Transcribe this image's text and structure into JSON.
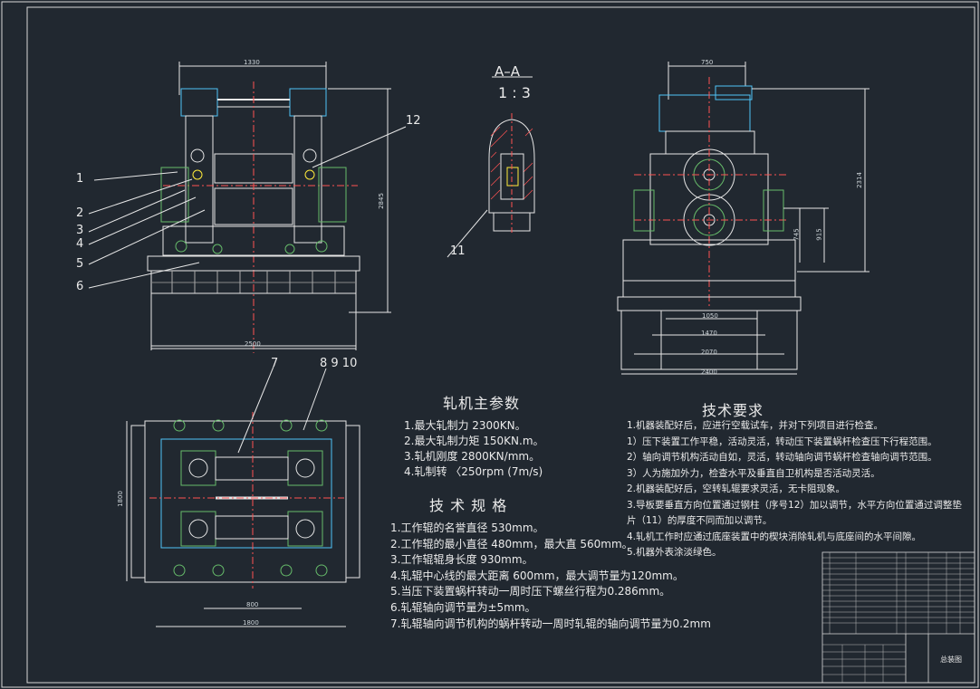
{
  "section_view": {
    "title": "A–A",
    "scale": "1 : 3",
    "callout": "11"
  },
  "front_view": {
    "leaders": [
      "1",
      "2",
      "3",
      "4",
      "5",
      "6",
      "12"
    ],
    "dims": {
      "top": "1330",
      "bottom": "2500",
      "height": "2845"
    }
  },
  "side_view": {
    "dims": {
      "top": "750",
      "height": "2314",
      "d1": "745",
      "d2": "915",
      "w1": "1050",
      "w2": "1470",
      "w3": "2070",
      "w4": "2400"
    }
  },
  "plan_view": {
    "leaders": [
      "7",
      "8 9 10"
    ],
    "dims": {
      "left": "1800",
      "inner": "800",
      "bottom": "1800"
    }
  },
  "main_params": {
    "title": "轧机主参数",
    "items": [
      "1.最大轧制力  2300KN。",
      "2.最大轧制力矩  150KN.m。",
      "3.轧机刚度  2800KN/mm。",
      "4.轧制转  〈250rpm (7m/s)"
    ]
  },
  "tech_spec": {
    "title": "技 术 规 格",
    "items": [
      "1.工作辊的名誉直径  530mm。",
      "2.工作辊的最小直径  480mm，最大直  560mm。",
      "3.工作辊辊身长度  930mm。",
      "4.轧辊中心线的最大距离  600mm，最大调节量为120mm。",
      "5.当压下装置蜗杆转动一周时压下螺丝行程为0.286mm。",
      "6.轧辊轴向调节量为±5mm。",
      "7.轧辊轴向调节机构的蜗杆转动一周时轧辊的轴向调节量为0.2mm"
    ]
  },
  "tech_req": {
    "title": "技术要求",
    "items": [
      "1.机器装配好后，应进行空载试车，并对下列项目进行检查。",
      "  1）压下装置工作平稳，活动灵活，转动压下装置蜗杆检查压下行程范围。",
      "  2）轴向调节机构活动自如，灵活，转动轴向调节蜗杆检查轴向调节范围。",
      "  3）人为施加外力，检查水平及垂直自卫机构是否活动灵活。",
      "2.机器装配好后，空转轧辊要求灵活，无卡阻现象。",
      "3.导板要垂直方向位置通过钢柱（序号12）加以调节，水平方向位置通过调整垫",
      "片（11）的厚度不同而加以调节。",
      "4.轧机工作时应通过底座装置中的楔块消除轧机与底座间的水平间隙。",
      "5.机器外表涂淡绿色。"
    ]
  },
  "title_block": {
    "drawing_name": "总装图"
  }
}
